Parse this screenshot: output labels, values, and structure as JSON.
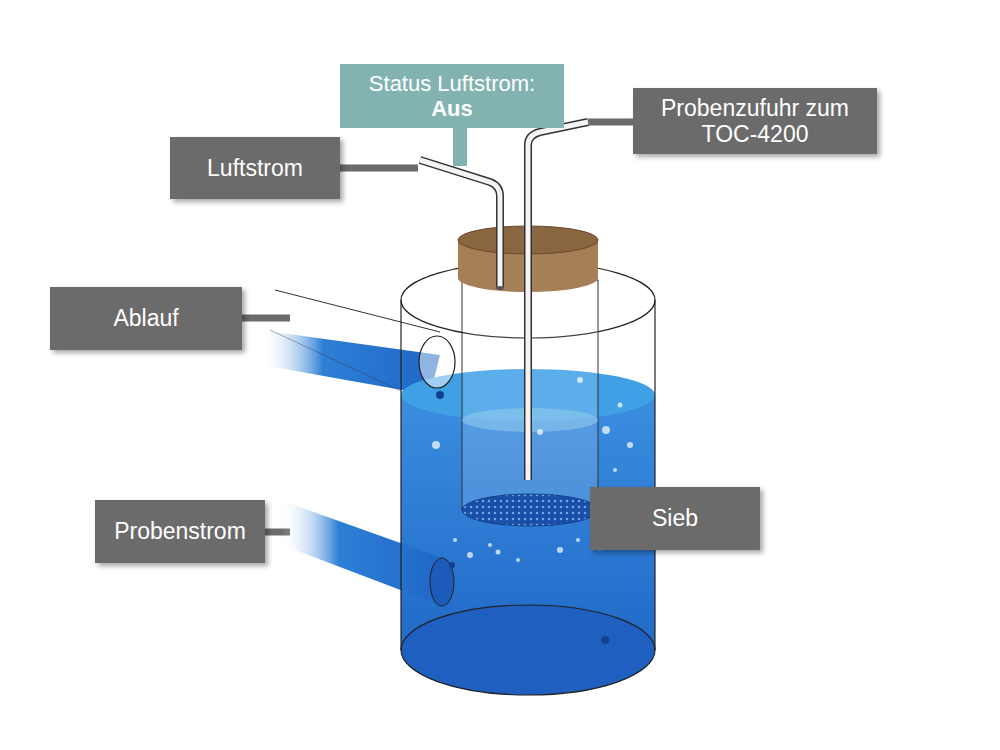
{
  "diagram": {
    "nodes": [
      {
        "text": [
          "Status Luftstrom:",
          "Aus"
        ]
      },
      {
        "text": [
          "Probenzufuhr zum TOC-4200"
        ]
      },
      {
        "text": [
          "Luftstrom"
        ]
      },
      {
        "text": [
          "Ablauf"
        ]
      },
      {
        "text": [
          "Probenstrom"
        ]
      },
      {
        "text": [
          "Sieb"
        ]
      }
    ]
  }
}
